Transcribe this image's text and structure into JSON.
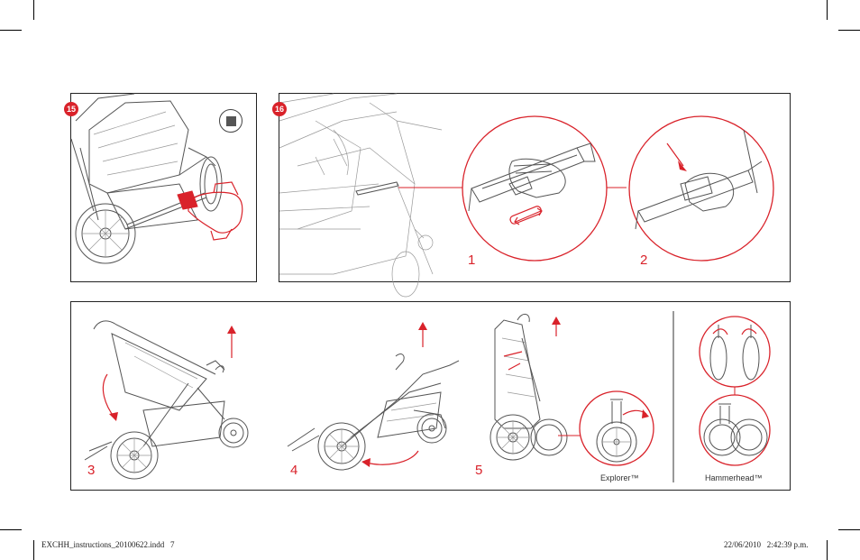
{
  "steps": {
    "step15": {
      "badge": "15"
    },
    "step16": {
      "badge": "16",
      "sub1": "1",
      "sub2": "2"
    },
    "fold": {
      "sub3": "3",
      "sub4": "4",
      "sub5": "5"
    }
  },
  "wheels": {
    "explorer_label": "Explorer™",
    "hammerhead_label": "Hammerhead™"
  },
  "footer": {
    "filename": "EXCHH_instructions_20100622.indd   7",
    "timestamp": "22/06/2010   2:42:39 p.m."
  },
  "colors": {
    "accent": "#d9222a",
    "line": "#555555"
  },
  "icons": {
    "stop": "square-stop-icon"
  }
}
